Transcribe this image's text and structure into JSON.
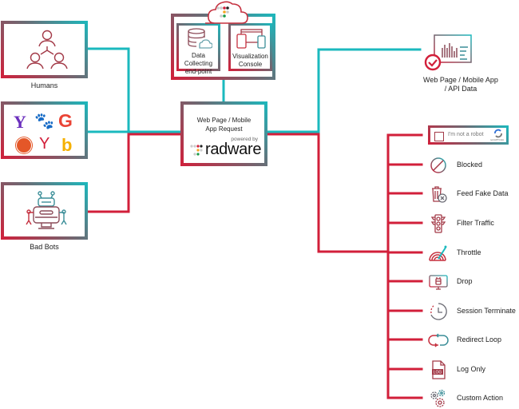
{
  "colors": {
    "teal": "#1bb9be",
    "red": "#d21f3a",
    "gray": "#6b6b74"
  },
  "sources": {
    "humans": {
      "label": "Humans",
      "icon": "people-icon"
    },
    "good_bots": {
      "label": "",
      "icons": [
        "yahoo-icon",
        "baidu-icon",
        "google-icon",
        "duckduckgo-icon",
        "yandex-icon",
        "bing-icon"
      ]
    },
    "bad_bots": {
      "label": "Bad Bots",
      "icon": "robot-icon"
    }
  },
  "cloud": {
    "data_collecting": "Data Collecting end-point",
    "data_collecting_lines": [
      "Data",
      "Collecting",
      "end-point"
    ],
    "visualization": "Visualization Console",
    "visualization_lines": [
      "Visualization",
      "Console"
    ]
  },
  "center": {
    "title_lines": [
      "Web Page / Mobile",
      "App Request"
    ],
    "powered_by": "powered by",
    "brand": "radware"
  },
  "destination": {
    "label_lines": [
      "Web Page / Mobile App",
      "/ API Data"
    ]
  },
  "captcha": {
    "label": "I'm not a robot",
    "brand": "reCAPTCHA"
  },
  "actions": [
    {
      "label": "Blocked",
      "icon": "blocked-icon"
    },
    {
      "label": "Feed Fake Data",
      "icon": "trash-fake-data-icon"
    },
    {
      "label": "Filter Traffic",
      "icon": "traffic-light-icon"
    },
    {
      "label": "Throttle",
      "icon": "throttle-gauge-icon"
    },
    {
      "label": "Drop",
      "icon": "drop-monitor-icon"
    },
    {
      "label": "Session Terminate",
      "icon": "clock-icon"
    },
    {
      "label": "Redirect Loop",
      "icon": "redirect-loop-icon"
    },
    {
      "label": "Log Only",
      "icon": "log-file-icon"
    },
    {
      "label": "Custom Action",
      "icon": "gears-icon"
    }
  ]
}
